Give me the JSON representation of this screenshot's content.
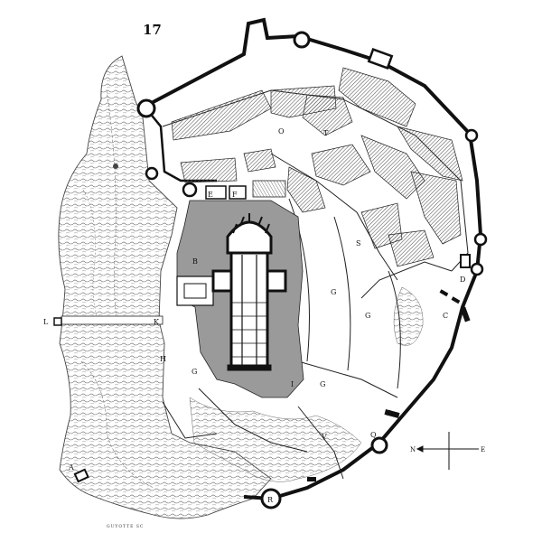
{
  "plate_number": "17",
  "compass": {
    "north": "N",
    "east": "E"
  },
  "signature": "GUYOTTE SC",
  "labels": [
    {
      "id": "O",
      "text": "O"
    },
    {
      "id": "T",
      "text": "T"
    },
    {
      "id": "E",
      "text": "E"
    },
    {
      "id": "F",
      "text": "F"
    },
    {
      "id": "B",
      "text": "B"
    },
    {
      "id": "S",
      "text": "S"
    },
    {
      "id": "D",
      "text": "D"
    },
    {
      "id": "C",
      "text": "C"
    },
    {
      "id": "G1",
      "text": "G"
    },
    {
      "id": "G2",
      "text": "G"
    },
    {
      "id": "G3",
      "text": "G"
    },
    {
      "id": "G4",
      "text": "G"
    },
    {
      "id": "H",
      "text": "H"
    },
    {
      "id": "L",
      "text": "L"
    },
    {
      "id": "K",
      "text": "K"
    },
    {
      "id": "I",
      "text": "I"
    },
    {
      "id": "V",
      "text": "V"
    },
    {
      "id": "P",
      "text": "P"
    },
    {
      "id": "Q",
      "text": "Q"
    },
    {
      "id": "R",
      "text": "R"
    },
    {
      "id": "A",
      "text": "A"
    }
  ],
  "colors": {
    "ink": "#111111",
    "hatch": "#8a8a8a",
    "paper": "#ffffff"
  }
}
